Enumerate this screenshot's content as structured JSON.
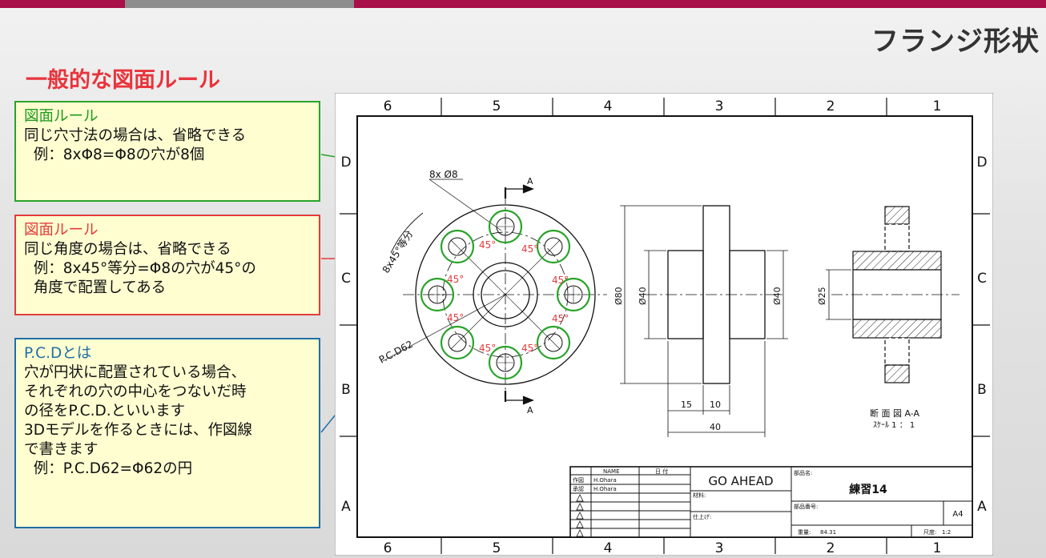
{
  "header": {
    "title": "フランジ形状"
  },
  "section_title": "一般的な図面ルール",
  "notes": [
    {
      "heading": "図面ルール",
      "lines": [
        "同じ穴寸法の場合は、省略できる",
        "  例：8xΦ8=Φ8の穴が8個"
      ]
    },
    {
      "heading": "図面ルール",
      "lines": [
        "同じ角度の場合は、省略できる",
        "  例：8x45°等分=Φ8の穴が45°の",
        "  角度で配置してある"
      ]
    },
    {
      "heading": "P.C.Dとは",
      "lines": [
        "穴が円状に配置されている場合、",
        "それぞれの穴の中心をつないだ時",
        "の径をP.C.D.といいます",
        "3Dモデルを作るときには、作図線",
        "で書きます",
        "  例：P.C.D62=Φ62の円"
      ]
    }
  ],
  "drawing": {
    "col_labels": [
      "6",
      "5",
      "4",
      "3",
      "2",
      "1"
    ],
    "row_labels": [
      "D",
      "C",
      "B",
      "A"
    ],
    "callouts": {
      "hole": "8x Ø8",
      "angle": "8x45°等分",
      "pcd": "P.C.D62",
      "section_mark": "A",
      "angle_value": "45°"
    },
    "dims": {
      "d80": "Ø80",
      "d40a": "Ø40",
      "d40b": "Ø40",
      "d25": "Ø25",
      "w15": "15",
      "w10": "10",
      "w40": "40"
    },
    "section": {
      "name": "断 面 図 A-A",
      "scale": "ｽｹｰﾙ 1 ： 1"
    },
    "titleblock": {
      "name_hdr": "NAME",
      "date_hdr": "日 付",
      "row1": "作図",
      "row1_name": "H.Ohara",
      "row2": "承認",
      "row2_name": "H.Ohara",
      "company": "GO AHEAD",
      "part_name_label": "部品名:",
      "part_name": "練習14",
      "material_label": "材料:",
      "finish_label": "仕上げ:",
      "part_no_label": "部品番号:",
      "sheet": "A4",
      "weight_label": "重量:",
      "weight": "84.31",
      "scale_label": "尺度:",
      "scale": "1:2"
    }
  },
  "colors": {
    "accent": "#a8104a",
    "red": "#e23c3c",
    "green": "#2aa32a",
    "blue": "#1e6fa8"
  }
}
